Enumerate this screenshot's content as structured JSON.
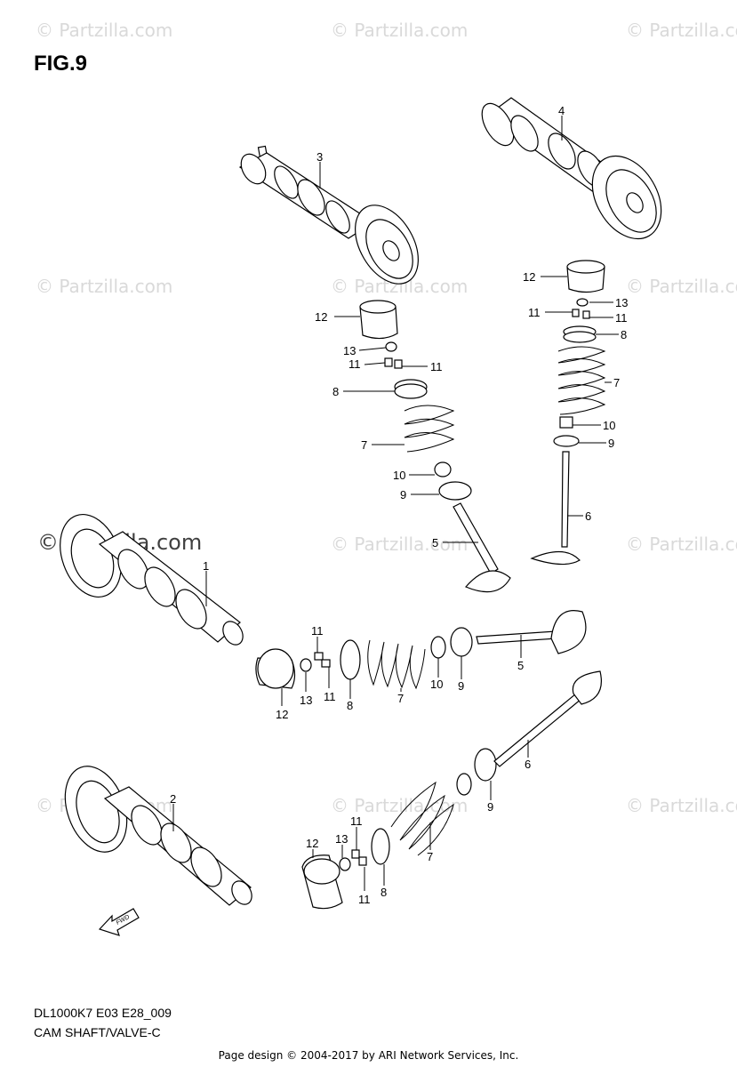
{
  "figure_label": "FIG.9",
  "model_code": "DL1000K7 E03 E28_009",
  "caption": "CAM SHAFT/VALVE-C",
  "footer": "Page design © 2004-2017 by ARI Network Services, Inc.",
  "watermark": "© Partzilla.com",
  "fwd_label": "FWD",
  "callouts": {
    "c1": "1",
    "c2": "2",
    "c3": "3",
    "c4": "4",
    "r_12": "12",
    "r_13": "13",
    "r_11a": "11",
    "r_11b": "11",
    "r_8": "8",
    "r_7": "7",
    "r_10": "10",
    "r_9": "9",
    "r_6": "6",
    "m_12": "12",
    "m_13": "13",
    "m_11a": "11",
    "m_11b": "11",
    "m_8": "8",
    "m_7": "7",
    "m_10": "10",
    "m_9": "9",
    "m_5": "5",
    "h_11a": "11",
    "h_11b": "11",
    "h_13": "13",
    "h_12": "12",
    "h_8": "8",
    "h_7": "7",
    "h_10": "10",
    "h_9": "9",
    "h_5": "5",
    "l_12": "12",
    "l_13": "13",
    "l_11a": "11",
    "l_11b": "11",
    "l_8": "8",
    "l_7": "7",
    "l_9": "9",
    "l_6": "6"
  }
}
